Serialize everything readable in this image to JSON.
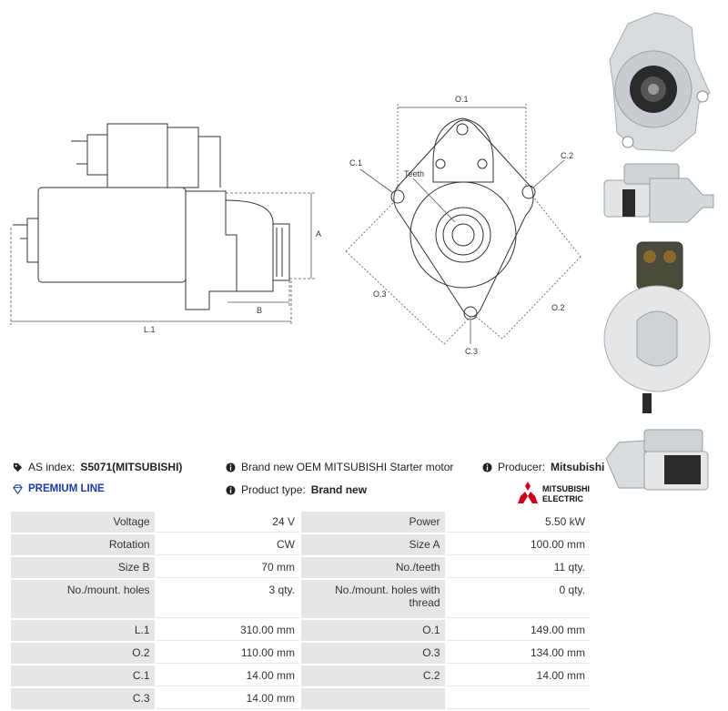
{
  "drawing": {
    "labels": {
      "a": "A",
      "b": "B",
      "l1": "L.1",
      "o1": "O.1",
      "o2": "O.2",
      "o3": "O.3",
      "c1": "C.1",
      "c2": "C.2",
      "c3": "C.3",
      "teeth": "Teeth"
    }
  },
  "photos": [
    {
      "name": "starter-front-photo",
      "alt": "Starter motor front view"
    },
    {
      "name": "starter-side-photo",
      "alt": "Starter motor side view"
    },
    {
      "name": "starter-back-photo",
      "alt": "Starter motor back view"
    },
    {
      "name": "starter-angle-photo",
      "alt": "Starter motor angled view"
    }
  ],
  "info": {
    "as_index_label": "AS index:",
    "as_index_value": "S5071(MITSUBISHI)",
    "premium_line": "PREMIUM LINE",
    "description": "Brand new OEM MITSUBISHI Starter motor",
    "product_type_label": "Product type:",
    "product_type_value": "Brand new",
    "producer_label": "Producer:",
    "producer_value": "Mitsubishi",
    "logo_line1": "MITSUBISHI",
    "logo_line2": "ELECTRIC"
  },
  "specs": [
    {
      "k1": "Voltage",
      "v1": "24 V",
      "k2": "Power",
      "v2": "5.50 kW"
    },
    {
      "k1": "Rotation",
      "v1": "CW",
      "k2": "Size A",
      "v2": "100.00 mm"
    },
    {
      "k1": "Size B",
      "v1": "70 mm",
      "k2": "No./teeth",
      "v2": "11 qty."
    },
    {
      "k1": "No./mount. holes",
      "v1": "3 qty.",
      "k2": "No./mount. holes with thread",
      "v2": "0 qty."
    },
    {
      "k1": "L.1",
      "v1": "310.00 mm",
      "k2": "O.1",
      "v2": "149.00 mm"
    },
    {
      "k1": "O.2",
      "v1": "110.00 mm",
      "k2": "O.3",
      "v2": "134.00 mm"
    },
    {
      "k1": "C.1",
      "v1": "14.00 mm",
      "k2": "C.2",
      "v2": "14.00 mm"
    },
    {
      "k1": "C.3",
      "v1": "14.00 mm",
      "k2": "",
      "v2": ""
    }
  ]
}
